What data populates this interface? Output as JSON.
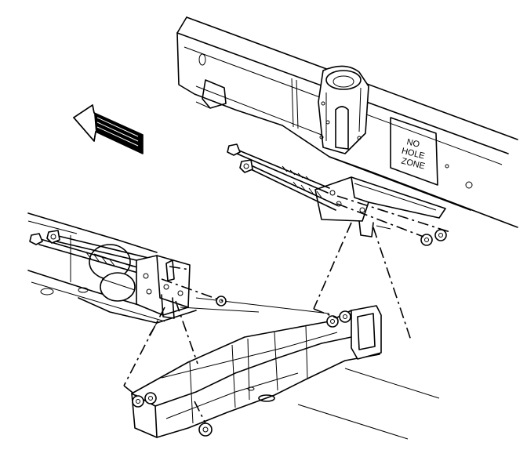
{
  "label_lines": [
    "NO",
    "HOLE",
    "ZONE"
  ],
  "icons": {
    "direction_arrow": "front-direction-arrow-icon"
  }
}
